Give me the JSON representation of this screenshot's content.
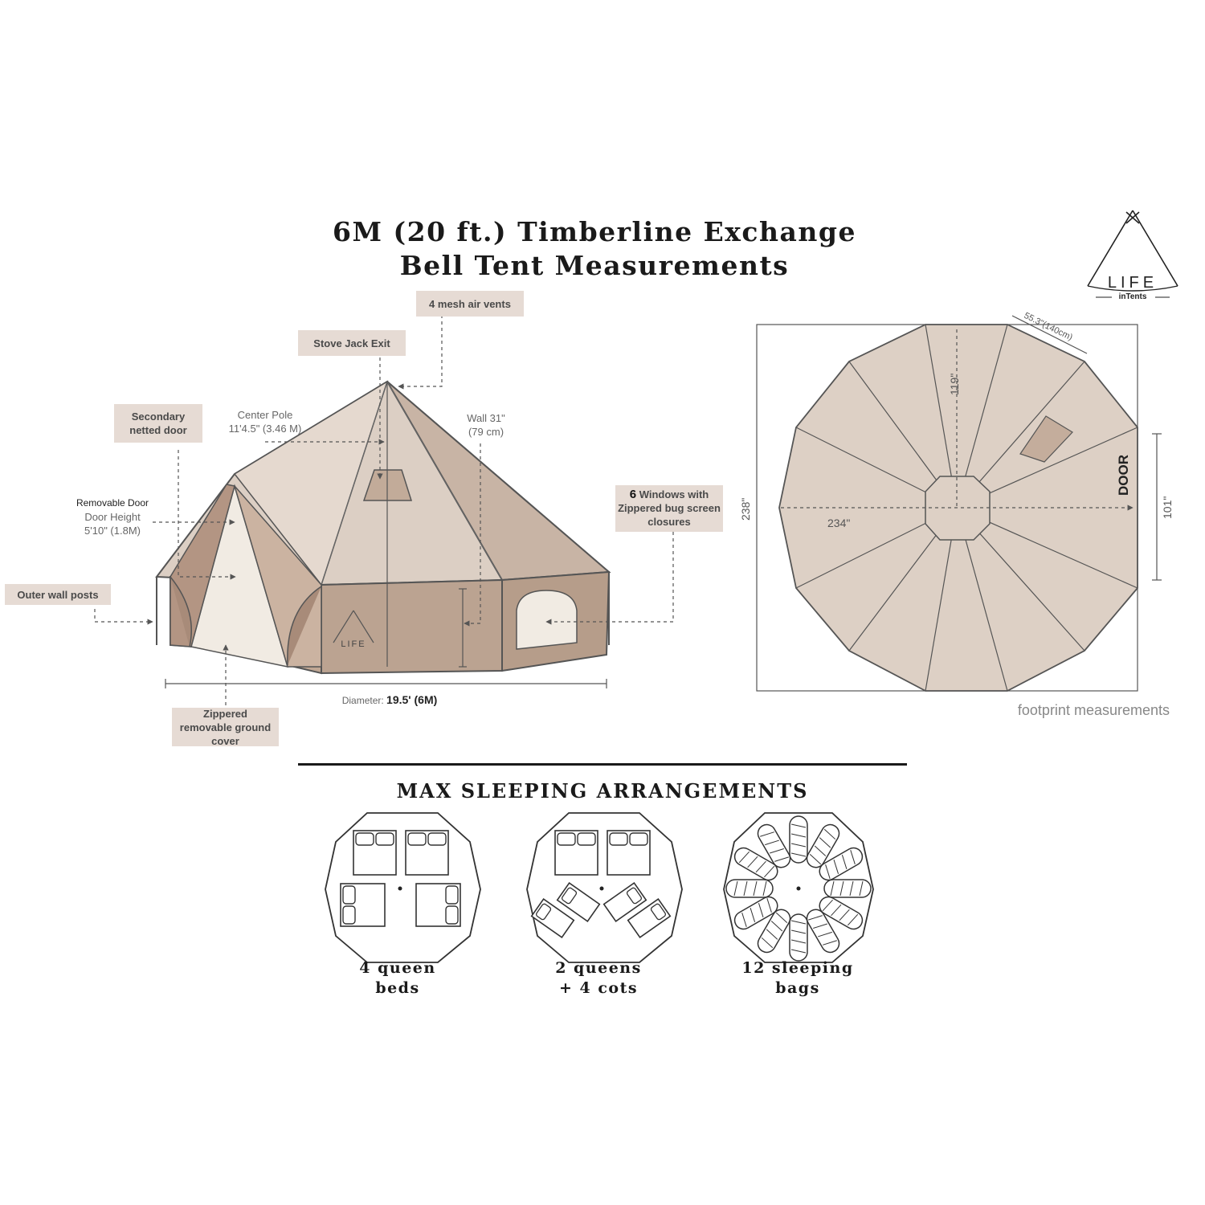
{
  "title": {
    "line1": "6M (20 ft.) Timberline Exchange",
    "line2": "Bell Tent Measurements"
  },
  "logo": {
    "word": "LIFE",
    "sub": "inTents"
  },
  "callouts": {
    "mesh_vents": "4 mesh air vents",
    "stove_jack": "Stove Jack Exit",
    "secondary_door": "Secondary netted door",
    "center_pole_title": "Center Pole",
    "center_pole_value": "11'4.5\" (3.46 M)",
    "wall_title": "Wall 31\"",
    "wall_value": "(79 cm)",
    "removable_door_title": "Removable Door",
    "door_height_title": "Door Height",
    "door_height_value": "5'10\" (1.8M)",
    "outer_wall_posts": "Outer wall posts",
    "windows_count": "6",
    "windows_text": "Windows with Zippered bug screen closures",
    "ground_cover": "Zippered removable ground cover",
    "diameter_label": "Diameter:",
    "diameter_value": "19.5' (6M)"
  },
  "footprint": {
    "side": "55.3\"(140cm)",
    "radius": "119\"",
    "height": "238\"",
    "width": "234\"",
    "door": "DOOR",
    "door_width": "101\"",
    "caption": "footprint measurements"
  },
  "sleeping": {
    "heading": "MAX SLEEPING ARRANGEMENTS",
    "options": [
      {
        "line1": "4 queen",
        "line2": "beds"
      },
      {
        "line1": "2 queens",
        "line2": "+ 4 cots"
      },
      {
        "line1": "12 sleeping",
        "line2": "bags"
      }
    ]
  },
  "colors": {
    "canvas_light": "#e0d3c8",
    "canvas_mid": "#c4ad9c",
    "canvas_dark": "#b49c8a",
    "tag_bg": "#e6dbd4",
    "outline": "#4f4f4f"
  }
}
